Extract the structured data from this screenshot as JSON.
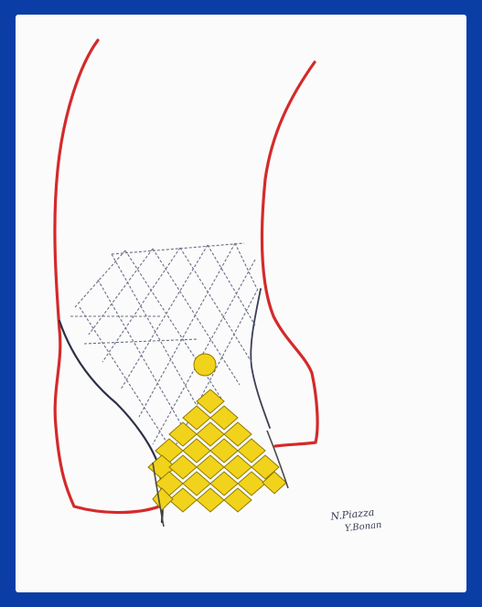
{
  "figure": {
    "signature_line1": "N.Piazza",
    "signature_line2": "Y.Bonan"
  },
  "colors": {
    "border": "#0a3ea6",
    "background": "#fbfbfb",
    "anatomy_outline": "#d42a2a",
    "stent_frame": "#555a6e",
    "leaflet_fill": "#f2d31b",
    "leaflet_stroke": "#8f7a00"
  },
  "icons": {
    "anatomy": "red-outline-anatomy",
    "device": "mesh-stent-frame",
    "leaflets": "yellow-leaflets"
  }
}
